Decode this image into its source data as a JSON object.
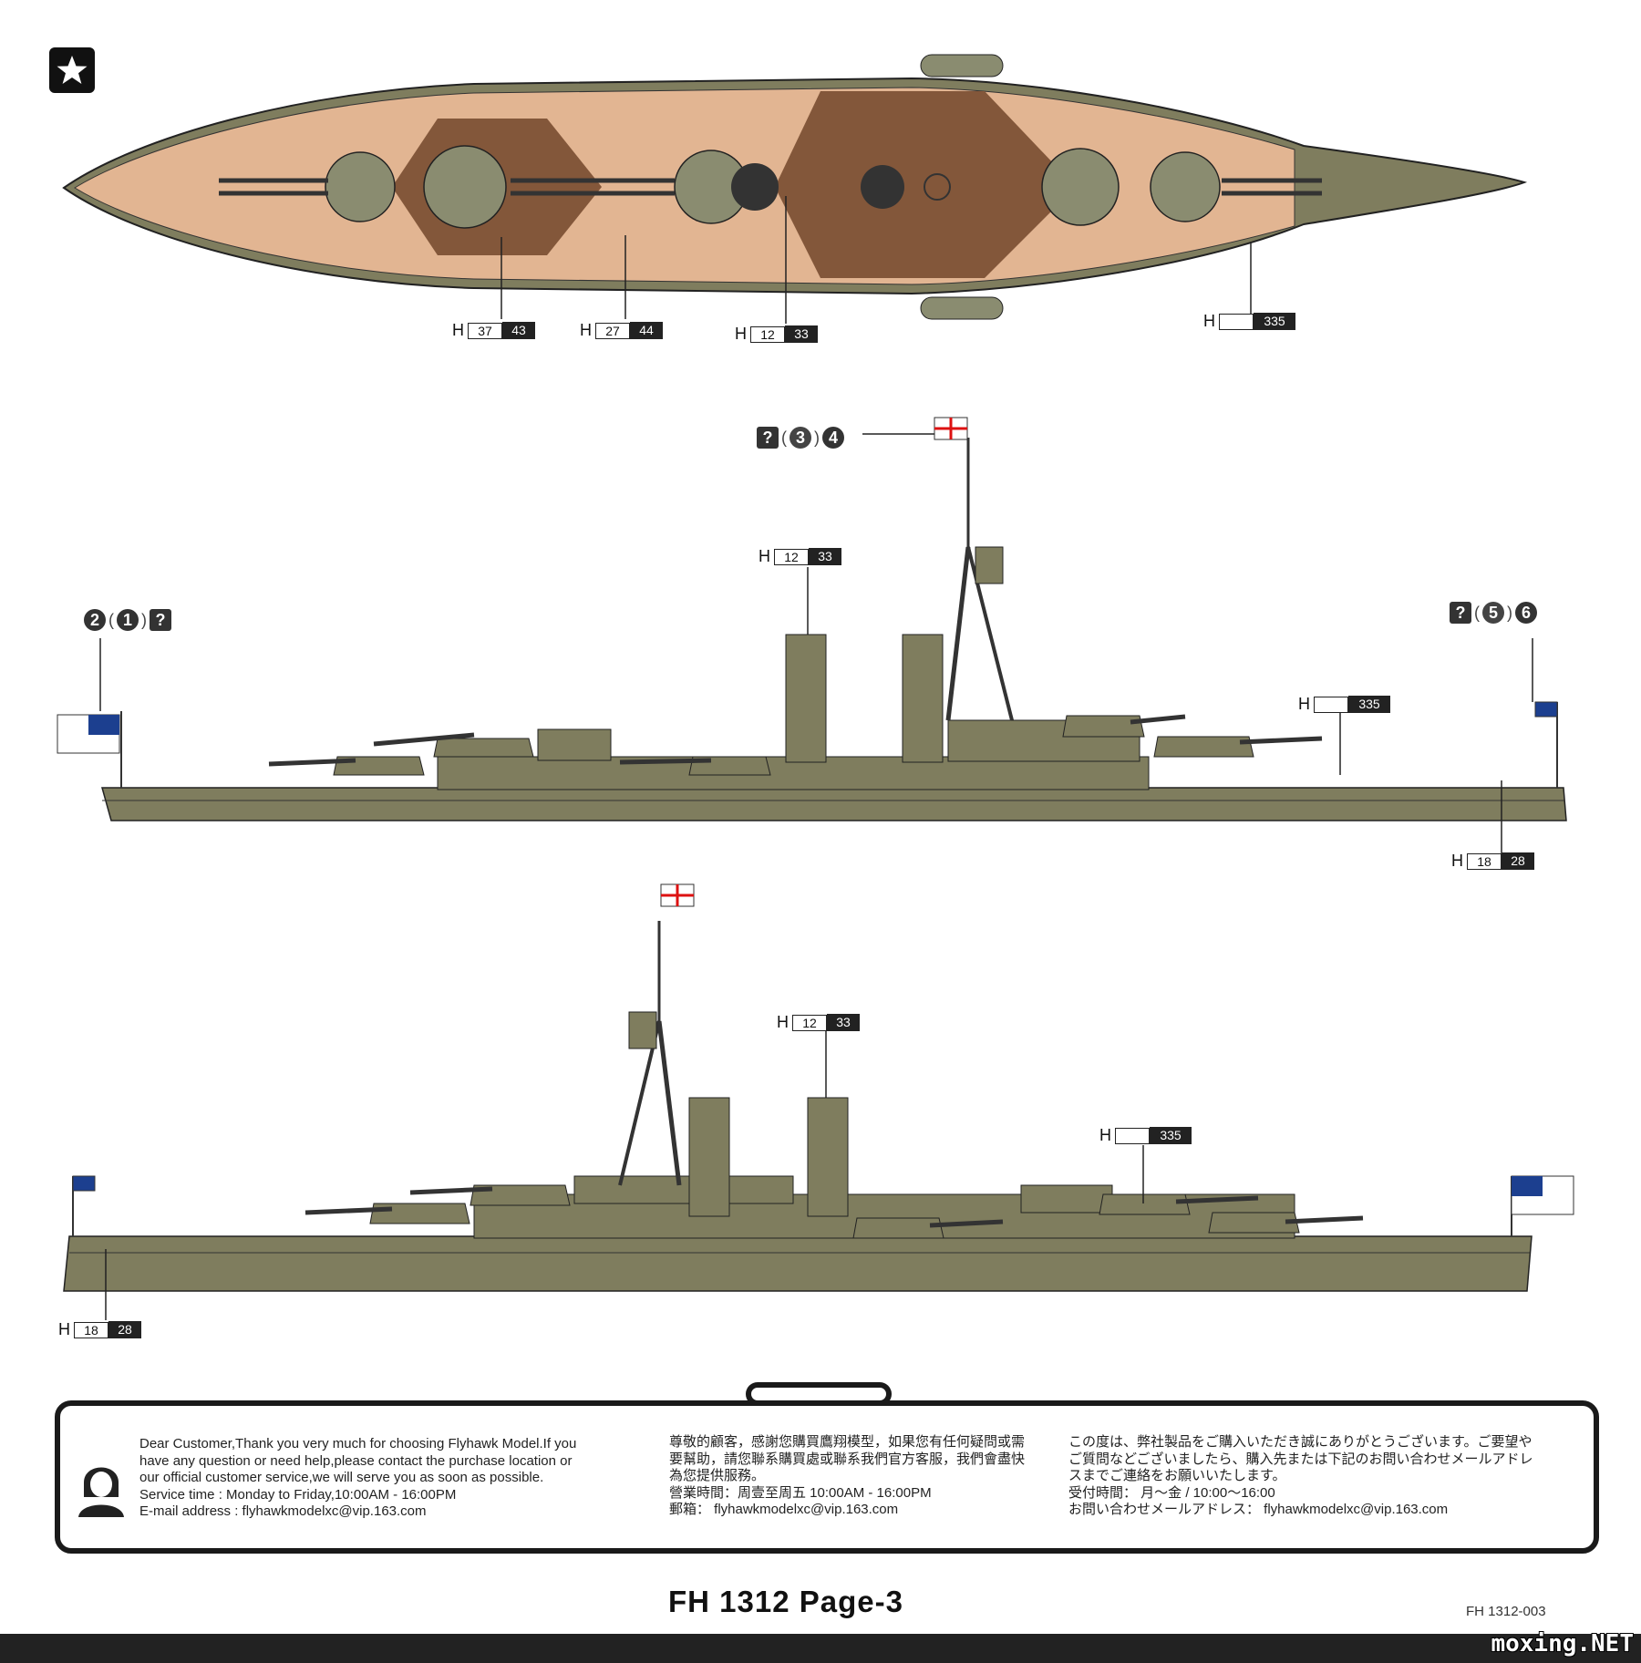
{
  "colors": {
    "hull": "#7f7d5e",
    "hull_dark": "#5f5e43",
    "deck": "#e2b592",
    "deck_dark": "#83573a",
    "turret": "#8a8c70",
    "ink": "#1a1a1a"
  },
  "top_view": {
    "codes": [
      {
        "w": "37",
        "b": "43"
      },
      {
        "w": "27",
        "b": "44"
      },
      {
        "w": "12",
        "b": "33"
      },
      {
        "w": "",
        "b": "335"
      }
    ]
  },
  "side_view_1": {
    "mast_flag_marks": {
      "q": "?",
      "mid": "3",
      "end": "4"
    },
    "stern_flag_marks": {
      "first": "2",
      "mid": "1",
      "q": "?"
    },
    "bow_flag_marks": {
      "q": "?",
      "mid": "5",
      "end": "6"
    },
    "codes": [
      {
        "w": "12",
        "b": "33"
      },
      {
        "w": "",
        "b": "335"
      },
      {
        "w": "18",
        "b": "28"
      }
    ]
  },
  "side_view_2": {
    "codes": [
      {
        "w": "12",
        "b": "33"
      },
      {
        "w": "",
        "b": "335"
      },
      {
        "w": "18",
        "b": "28"
      }
    ]
  },
  "h_prefix": "H",
  "service": {
    "en": [
      "Dear Customer,Thank you very much for choosing Flyhawk Model.If you",
      "have any question or need help,please contact the purchase location or",
      "our official customer service,we will serve you as soon as possible.",
      "Service time : Monday to Friday,10:00AM - 16:00PM",
      "E-mail address :  flyhawkmodelxc@vip.163.com"
    ],
    "zh": [
      "尊敬的顧客，感謝您購買鷹翔模型，如果您有任何疑問或需",
      "要幫助，請您聯系購買處或聯系我們官方客服，我們會盡快",
      "為您提供服務。",
      "營業時間：周壹至周五 10:00AM - 16:00PM",
      "郵箱：  flyhawkmodelxc@vip.163.com"
    ],
    "ja": [
      "この度は、弊社製品をご購入いただき誠にありがとうございます。ご要望や",
      "ご質問などございましたら、購入先または下記のお問い合わせメールアドレ",
      "スまでご連絡をお願いいたします。",
      "受付時間：  月～金 /    10:00～16:00",
      "お問い合わせメールアドレス：  flyhawkmodelxc@vip.163.com"
    ]
  },
  "footer": {
    "title": "FH 1312  Page-3",
    "code": "FH 1312-003"
  },
  "watermark": "moxing.NET"
}
